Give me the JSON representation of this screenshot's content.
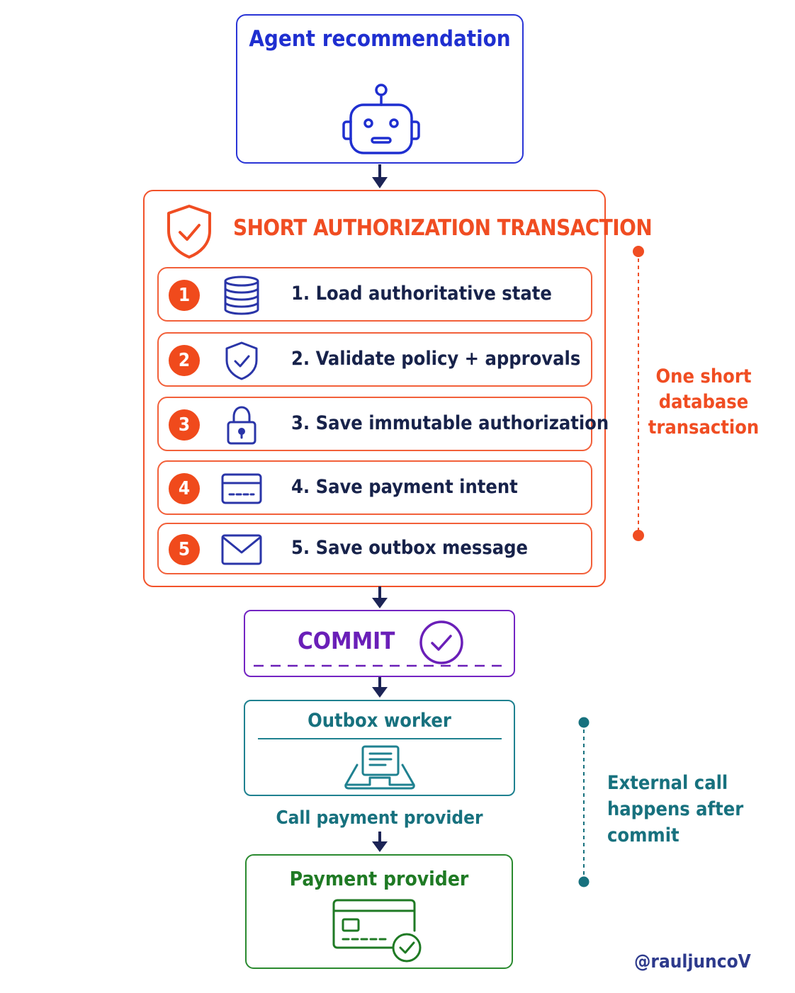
{
  "agent": {
    "title": "Agent recommendation",
    "icon": "robot-icon"
  },
  "transaction": {
    "title": "SHORT AUTHORIZATION TRANSACTION",
    "icon": "shield-check-icon",
    "steps": [
      {
        "num": "1",
        "label": "1. Load authoritative state",
        "icon": "database-icon"
      },
      {
        "num": "2",
        "label": "2. Validate policy + approvals",
        "icon": "shield-check-icon"
      },
      {
        "num": "3",
        "label": "3. Save immutable authorization",
        "icon": "lock-icon"
      },
      {
        "num": "4",
        "label": "4. Save payment intent",
        "icon": "credit-card-icon"
      },
      {
        "num": "5",
        "label": "5. Save outbox message",
        "icon": "envelope-icon"
      }
    ],
    "note": "One short database transaction"
  },
  "commit": {
    "label": "COMMIT",
    "icon": "check-circle-icon"
  },
  "outbox": {
    "label": "Outbox worker",
    "icon": "inbox-tray-icon",
    "call_label": "Call payment provider"
  },
  "payment": {
    "label": "Payment provider",
    "icon": "card-check-icon"
  },
  "external_note": "External call happens after commit",
  "handle": "@rauljuncoV",
  "colors": {
    "agent": "#2a35d6",
    "transaction": "#f2522a",
    "commit": "#7324c2",
    "outbox": "#1f8190",
    "payment": "#2a8a2f",
    "arrow": "#1c2456"
  }
}
